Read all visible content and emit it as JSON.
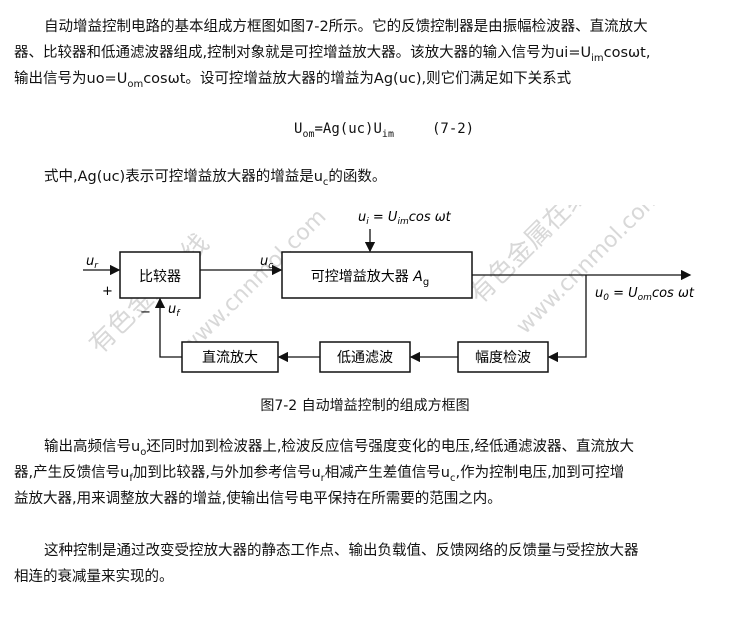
{
  "intro": {
    "line1": "自动增益控制电路的基本组成方框图如图7-2所示。它的反馈控制器是由振幅检波器、直流放大",
    "line2_pre": "器、比较器和低通滤波器组成,控制对象就是可控增益放大器。该放大器的输入信号为ui=U",
    "line2_sub": "im",
    "line2_post": "cosωt,",
    "line3_pre": "输出信号为uo=U",
    "line3_sub": "om",
    "line3_post": "cosωt。设可控增益放大器的增益为Ag(uc),则它们满足如下关系式"
  },
  "equation": {
    "lhs": "U",
    "lhs_sub": "om",
    "mid": "=Ag(uc)U",
    "rhs_sub": "im",
    "number": "(7-2)"
  },
  "note": {
    "pre": "式中,Ag(uc)表示可控增益放大器的增益是u",
    "sub": "c",
    "post": "的函数。"
  },
  "diagram": {
    "comparator": "比较器",
    "amplifier_label": "可控增益放大器",
    "amplifier_symbol": "A",
    "amplifier_symbol_sub": "g",
    "dc_amp": "直流放大",
    "lowpass": "低通滤波",
    "detector": "幅度检波",
    "input_ui": "u",
    "input_ui_sub": "i",
    "input_ui_expr": " = U",
    "input_ui_expr_sub": "im",
    "input_ui_tail": "cos ωt",
    "ur": "u",
    "ur_sub": "r",
    "plus": "+",
    "minus": "−",
    "uf": "u",
    "uf_sub": "f",
    "uc": "u",
    "uc_sub": "c",
    "out": "u",
    "out_sub": "0",
    "out_expr": " = U",
    "out_expr_sub": "om",
    "out_tail": "cos ωt",
    "watermark1": "有色金属在线",
    "watermark2": "www.cnnmol.com"
  },
  "caption": "图7-2 自动增益控制的组成方框图",
  "para2": {
    "t1": "输出高频信号u",
    "s1": "o",
    "t2": "还同时加到检波器上,检波反应信号强度变化的电压,经低通滤波器、直流放大",
    "t3": "器,产生反馈信号u",
    "s2": "f",
    "t4": "加到比较器,与外加参考信号u",
    "s3": "r",
    "t5": "相减产生差值信号u",
    "s4": "c",
    "t6": ",作为控制电压,加到可控增",
    "t7": "益放大器,用来调整放大器的增益,使输出信号电平保持在所需要的范围之内。"
  },
  "para3": {
    "line1": "这种控制是通过改变受控放大器的静态工作点、输出负载值、反馈网络的反馈量与受控放大器",
    "line2": "相连的衰减量来实现的。"
  }
}
